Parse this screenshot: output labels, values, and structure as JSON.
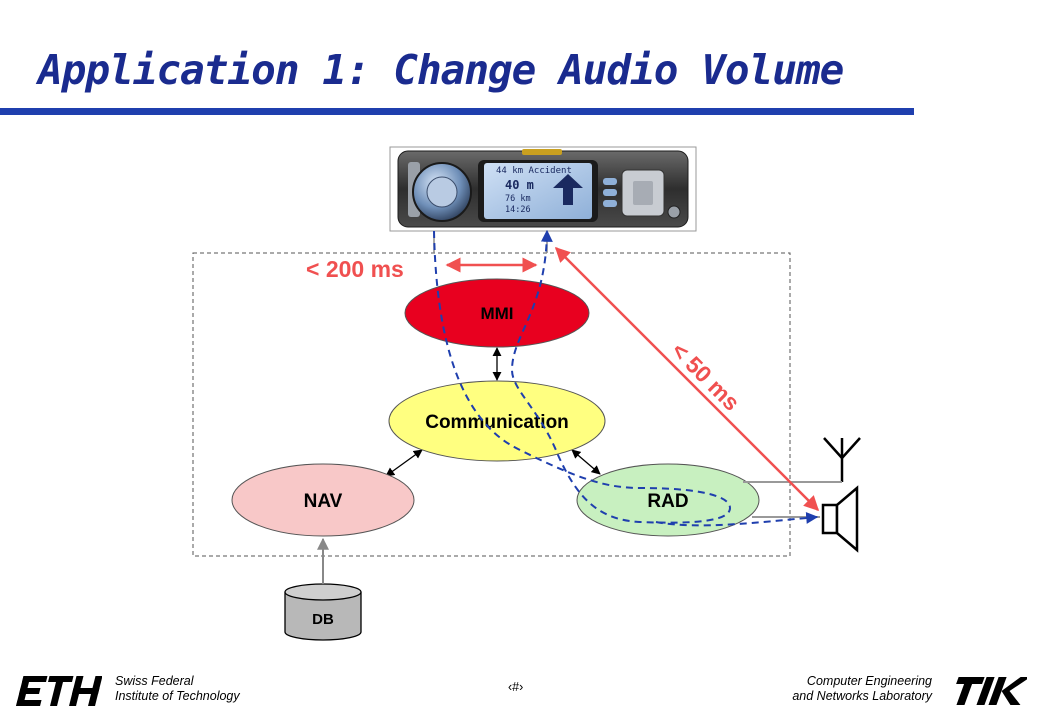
{
  "slide": {
    "title": "Application 1: Change Audio Volume",
    "page_marker": "‹#›"
  },
  "diagram": {
    "nodes": {
      "mmi": "MMI",
      "communication": "Communication",
      "nav": "NAV",
      "rad": "RAD",
      "db": "DB"
    },
    "timings": {
      "mmi_latency": "< 200 ms",
      "speaker_latency": "< 50 ms"
    },
    "colors": {
      "mmi": "#e8001f",
      "communication": "#ffff80",
      "nav": "#f8c8c8",
      "rad": "#c8f0c0",
      "db": "#b8b8b8",
      "flow_path": "#1f3fae",
      "timing": "#f05050",
      "title": "#1a2b8f"
    }
  },
  "radio_display": {
    "line1": "44 km Accident",
    "line2": "40 m",
    "line3": "76 km",
    "line4": "14:26"
  },
  "footer": {
    "left_line1": "Swiss Federal",
    "left_line2": "Institute of Technology",
    "right_line1": "Computer Engineering",
    "right_line2": "and Networks Laboratory"
  }
}
